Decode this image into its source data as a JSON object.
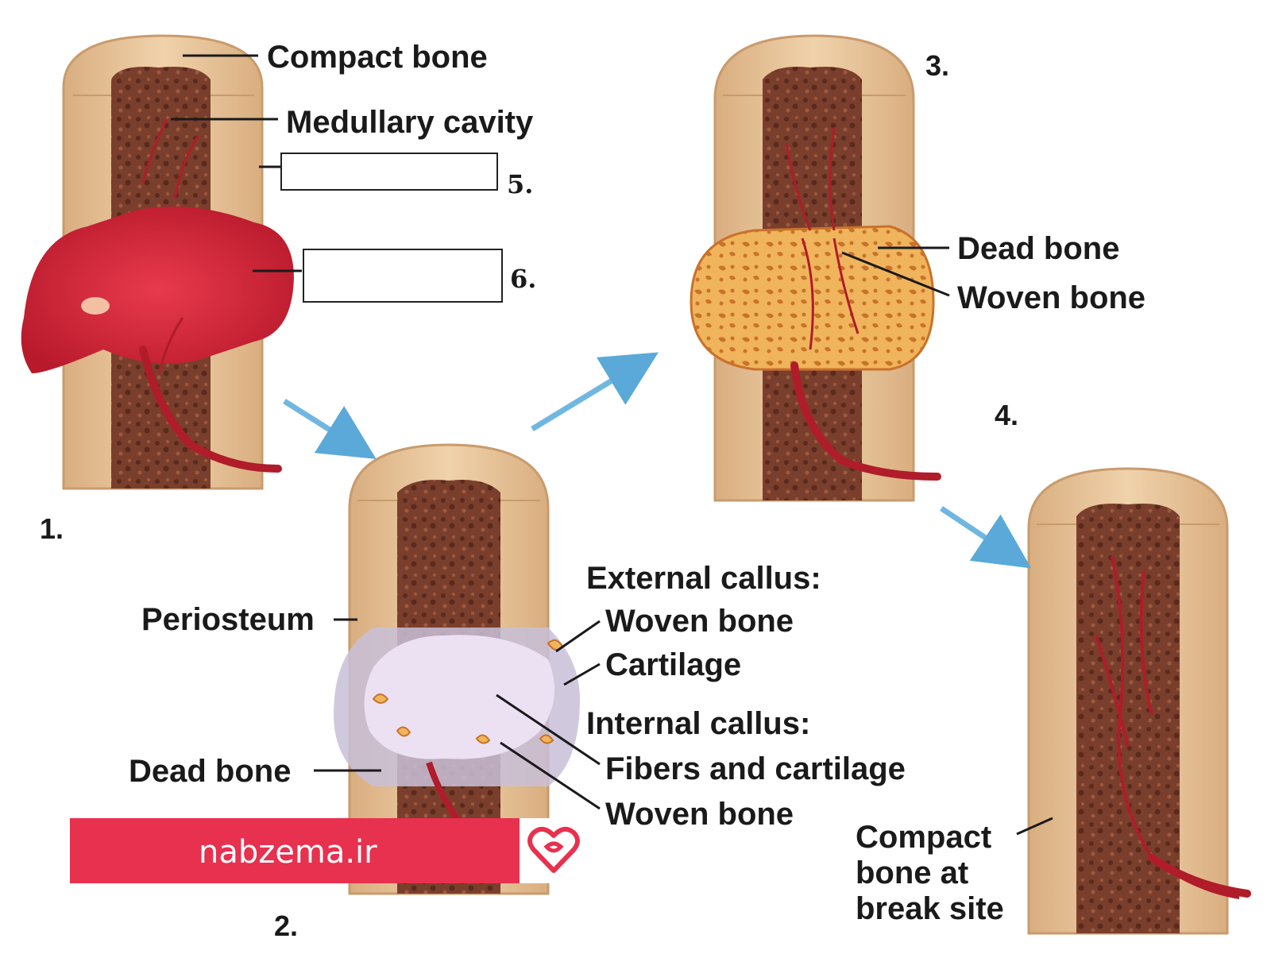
{
  "stages": {
    "s1": "1.",
    "s2": "2.",
    "s3": "3.",
    "s4": "4."
  },
  "blanks": {
    "b5": "5.",
    "b6": "6."
  },
  "labels": {
    "compact_bone": "Compact bone",
    "medullary_cavity": "Medullary cavity",
    "dead_bone_3": "Dead bone",
    "woven_bone_3": "Woven bone",
    "external_callus": "External callus:",
    "woven_bone_ext": "Woven bone",
    "cartilage": "Cartilage",
    "internal_callus": "Internal callus:",
    "fibers_cartilage": "Fibers and cartilage",
    "woven_bone_int": "Woven bone",
    "periosteum": "Periosteum",
    "dead_bone_2": "Dead bone",
    "compact_break_1": "Compact",
    "compact_break_2": "bone at",
    "compact_break_3": "break site"
  },
  "watermark": {
    "text": "nabzema.ir",
    "bar_color": "#e8304f",
    "logo_icon": "heart-logo-icon"
  },
  "colors": {
    "bone": "#e8c49a",
    "marrow": "#7a3f2c",
    "hematoma": "#d4263a",
    "cartilage": "#e8dcee",
    "woven": "#f0b55c",
    "arrow": "#6fb7e0"
  }
}
